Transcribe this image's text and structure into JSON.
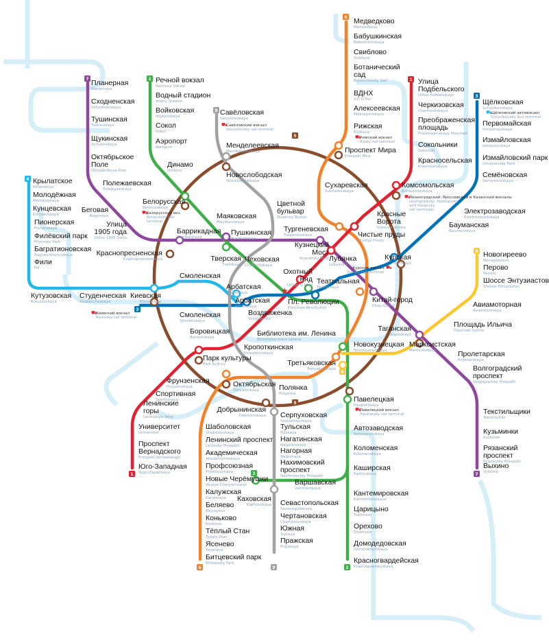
{
  "title": "Moscow Metro map",
  "colors": {
    "1": "#e4202e",
    "2": "#3fae49",
    "3": "#0071bb",
    "4": "#22b7ea",
    "5": "#8b4c2c",
    "6": "#f4812a",
    "7": "#8e479c",
    "8": "#fdc82e",
    "9": "#a2a2a2",
    "river": "#d6eef8"
  },
  "line_badges": [
    "1",
    "2",
    "3",
    "4",
    "5",
    "6",
    "7",
    "8",
    "9"
  ],
  "stations": [
    {
      "line": "7",
      "name": [
        "Планерная"
      ],
      "t": "Planernaya"
    },
    {
      "line": "7",
      "name": [
        "Сходненская"
      ],
      "t": "Skhodnenskaya"
    },
    {
      "line": "7",
      "name": [
        "Тушинская"
      ],
      "t": "Tushinskaya"
    },
    {
      "line": "7",
      "name": [
        "Щукинская"
      ],
      "t": "Schukinskaya"
    },
    {
      "line": "7",
      "name": [
        "Октябрьское",
        "Поле"
      ],
      "t": "Oktyabrskoye Pole"
    },
    {
      "line": "7",
      "name": [
        "Полежаевская"
      ],
      "t": "Polejayevskaya"
    },
    {
      "line": "7",
      "name": [
        "Беговая"
      ],
      "t": "Begovaya"
    },
    {
      "line": "7",
      "name": [
        "Улица",
        "1905 года"
      ],
      "t": "Ulitsa 1905 Goda"
    },
    {
      "line": "7",
      "name": [
        "Баррикадная"
      ],
      "t": "Barrikadnaya"
    },
    {
      "line": "5",
      "name": [
        "Краснопресненская"
      ],
      "t": "Krasnopresnenskaya"
    },
    {
      "line": "2",
      "name": [
        "Речной вокзал"
      ],
      "t": "Rechnoy Vokzal"
    },
    {
      "line": "2",
      "name": [
        "Водный стадион"
      ],
      "t": "Vodny Stadion"
    },
    {
      "line": "2",
      "name": [
        "Войковская"
      ],
      "t": "Voykovskaya"
    },
    {
      "line": "2",
      "name": [
        "Сокол"
      ],
      "t": "Sokol"
    },
    {
      "line": "2",
      "name": [
        "Аэропорт"
      ],
      "t": "Aeroport"
    },
    {
      "line": "2",
      "name": [
        "Динамо"
      ],
      "t": "Dinamo"
    },
    {
      "line": "2",
      "name": [
        "Белорусская"
      ],
      "t": "Belorusskaya"
    },
    {
      "line": "2",
      "name": [
        "Маяковская"
      ],
      "t": "Mayakovskaya"
    },
    {
      "line": "2",
      "name": [
        "Тверская"
      ],
      "t": "Tverskaya"
    },
    {
      "line": "2",
      "name": [
        "Театральная"
      ],
      "t": "Teatralnaya"
    },
    {
      "line": "2",
      "name": [
        "Новокузнецкая"
      ],
      "t": "Novokuznetskaya"
    },
    {
      "line": "2",
      "name": [
        "Павелецкая"
      ],
      "t": "Paveletskaya"
    },
    {
      "line": "2",
      "name": [
        "Автозаводская"
      ],
      "t": "Avtozavodskaya"
    },
    {
      "line": "2",
      "name": [
        "Коломенская"
      ],
      "t": "Kolomenskaya"
    },
    {
      "line": "2",
      "name": [
        "Каширская"
      ],
      "t": "Kashirskaya"
    },
    {
      "line": "2",
      "name": [
        "Варшавская"
      ],
      "t": "Varshavskaya"
    },
    {
      "line": "2",
      "name": [
        "Каховская"
      ],
      "t": "Kakhovskaya"
    },
    {
      "line": "2",
      "name": [
        "Кантемировская"
      ],
      "t": "Kantemirovskaya"
    },
    {
      "line": "2",
      "name": [
        "Царицыно"
      ],
      "t": "Tsaritsino"
    },
    {
      "line": "2",
      "name": [
        "Орехово"
      ],
      "t": "Orekhovo"
    },
    {
      "line": "2",
      "name": [
        "Домодедовская"
      ],
      "t": "Domodedovskaya"
    },
    {
      "line": "2",
      "name": [
        "Красногвардейская"
      ],
      "t": "Krasnogvardeyskaya"
    },
    {
      "line": "6",
      "name": [
        "Медведково"
      ],
      "t": "Medvedkovo"
    },
    {
      "line": "6",
      "name": [
        "Бабушкинская"
      ],
      "t": "Babushkinskaya"
    },
    {
      "line": "6",
      "name": [
        "Свиблово"
      ],
      "t": "Sviblovo"
    },
    {
      "line": "6",
      "name": [
        "Ботанический",
        "сад"
      ],
      "t": "Botanichesky Sad"
    },
    {
      "line": "6",
      "name": [
        "ВДНХ"
      ],
      "t": "V.D.N.Ha."
    },
    {
      "line": "6",
      "name": [
        "Алексеевская"
      ],
      "t": "Alekseyevskaya"
    },
    {
      "line": "6",
      "name": [
        "Рижская"
      ],
      "t": "Rijskaya"
    },
    {
      "line": "6",
      "name": [
        "Проспект Мира"
      ],
      "t": "Prospekt Mira"
    },
    {
      "line": "6",
      "name": [
        "Сухаревская"
      ],
      "t": "Sukharevskaya"
    },
    {
      "line": "6",
      "name": [
        "Тургеневская"
      ],
      "t": "Turgenevskaya"
    },
    {
      "line": "6",
      "name": [
        "Китай-город"
      ],
      "t": "Kitay-Gorod"
    },
    {
      "line": "6",
      "name": [
        "Третьяковская"
      ],
      "t": "Tretyakovskaya"
    },
    {
      "line": "6",
      "name": [
        "Октябрьская"
      ],
      "t": "Oktyabrskaya"
    },
    {
      "line": "6",
      "name": [
        "Шаболовская"
      ],
      "t": "Shabolovskaya"
    },
    {
      "line": "6",
      "name": [
        "Ленинский проспект"
      ],
      "t": "Leninsky Prospekt"
    },
    {
      "line": "6",
      "name": [
        "Академическая"
      ],
      "t": "Akademicheskaya"
    },
    {
      "line": "6",
      "name": [
        "Профсоюзная"
      ],
      "t": "Profsoyuznaya"
    },
    {
      "line": "6",
      "name": [
        "Новые Черёмушки"
      ],
      "t": "Noviye Cheryomushki"
    },
    {
      "line": "6",
      "name": [
        "Калужская"
      ],
      "t": "Kalujskaya"
    },
    {
      "line": "6",
      "name": [
        "Беляево"
      ],
      "t": "Belyayevo"
    },
    {
      "line": "6",
      "name": [
        "Коньково"
      ],
      "t": "Konkovo"
    },
    {
      "line": "6",
      "name": [
        "Тёплый Стан"
      ],
      "t": "Tyoply Stan"
    },
    {
      "line": "6",
      "name": [
        "Ясенево"
      ],
      "t": "Yasenevo"
    },
    {
      "line": "6",
      "name": [
        "Битцевский парк"
      ],
      "t": "Bittsevsky Park"
    },
    {
      "line": "1",
      "name": [
        "Улица",
        "Подбельского"
      ],
      "t": "Ulitsa Podbelskogo"
    },
    {
      "line": "1",
      "name": [
        "Черкизовская"
      ],
      "t": "Cherkizovskaya"
    },
    {
      "line": "1",
      "name": [
        "Преображенская",
        "площадь"
      ],
      "t": "Preobrajenskaya Ploschad"
    },
    {
      "line": "1",
      "name": [
        "Сокольники"
      ],
      "t": "Sokolniki"
    },
    {
      "line": "1",
      "name": [
        "Красносельская"
      ],
      "t": "Krasnoselskaya"
    },
    {
      "line": "1",
      "name": [
        "Комсомольская"
      ],
      "t": "Komsomolskaya"
    },
    {
      "line": "1",
      "name": [
        "Красные",
        "Ворота"
      ],
      "t": "Krasnye Vorota"
    },
    {
      "line": "1",
      "name": [
        "Чистые пруды"
      ],
      "t": "Chistye Prudy"
    },
    {
      "line": "1",
      "name": [
        "Лубянка"
      ],
      "t": "Lubyanka"
    },
    {
      "line": "1",
      "name": [
        "Охотный",
        "Ряд"
      ],
      "t": "Okhotny Riad"
    },
    {
      "line": "1",
      "name": [
        "Библиотека им. Ленина"
      ],
      "t": "Biblioteka imeni Lenina"
    },
    {
      "line": "1",
      "name": [
        "Кропоткинская"
      ],
      "t": "Kropotkinskaya"
    },
    {
      "line": "1",
      "name": [
        "Парк культуры"
      ],
      "t": "Park Kultury"
    },
    {
      "line": "1",
      "name": [
        "Фрунзенская"
      ],
      "t": "Frunzenskaya"
    },
    {
      "line": "1",
      "name": [
        "Спортивная"
      ],
      "t": "Sportivnaya"
    },
    {
      "line": "1",
      "name": [
        "Ленинские",
        "горы"
      ],
      "t": "Leninskiye Gory"
    },
    {
      "line": "1",
      "name": [
        "Университет"
      ],
      "t": "Universitet"
    },
    {
      "line": "1",
      "name": [
        "Проспект",
        "Вернадского"
      ],
      "t": "Prospekt Vernadskogo"
    },
    {
      "line": "1",
      "name": [
        "Юго-Западная"
      ],
      "t": "Yugo-Zapadnaya"
    },
    {
      "line": "3",
      "name": [
        "Щёлковская"
      ],
      "t": "Schyolkovskaya"
    },
    {
      "line": "3",
      "name": [
        "Первомайская"
      ],
      "t": "Pervomayskaya"
    },
    {
      "line": "3",
      "name": [
        "Измайловская"
      ],
      "t": "Izmaylovskaya"
    },
    {
      "line": "3",
      "name": [
        "Измайловский парк"
      ],
      "t": "Izmaylovsky Park"
    },
    {
      "line": "3",
      "name": [
        "Семёновская"
      ],
      "t": "Semyonovskaya"
    },
    {
      "line": "3",
      "name": [
        "Электрозаводская"
      ],
      "t": "Elektrozavodskaya"
    },
    {
      "line": "3",
      "name": [
        "Бауманская"
      ],
      "t": "Baumanskaya"
    },
    {
      "line": "3",
      "name": [
        "Курская"
      ],
      "t": "Kurskaya"
    },
    {
      "line": "3",
      "name": [
        "Пл. Революции"
      ],
      "t": "Ploschad Revolyutsii"
    },
    {
      "line": "3",
      "name": [
        "Арбатская"
      ],
      "t": "Arbatskaya"
    },
    {
      "line": "3",
      "name": [
        "Смоленская"
      ],
      "t": "Smolenskaya"
    },
    {
      "line": "3",
      "name": [
        "Киевская"
      ],
      "t": "Kiyevskaya"
    },
    {
      "line": "4",
      "name": [
        "Крылатское"
      ],
      "t": "Krilatskoye"
    },
    {
      "line": "4",
      "name": [
        "Молодёжная"
      ],
      "t": "Molodyojnaya"
    },
    {
      "line": "4",
      "name": [
        "Кунцевская"
      ],
      "t": "Kuntsevskaya"
    },
    {
      "line": "4",
      "name": [
        "Пионерская"
      ],
      "t": "Pionerskaya"
    },
    {
      "line": "4",
      "name": [
        "Филёвский парк"
      ],
      "t": "Filyovsky Park"
    },
    {
      "line": "4",
      "name": [
        "Багратионовская"
      ],
      "t": "Bagratchionovskaya"
    },
    {
      "line": "4",
      "name": [
        "Фили"
      ],
      "t": "Fili"
    },
    {
      "line": "4",
      "name": [
        "Кутузовская"
      ],
      "t": "Kutuzovskaya"
    },
    {
      "line": "4",
      "name": [
        "Студенческая"
      ],
      "t": "Studencheskaya"
    },
    {
      "line": "4",
      "name": [
        "Смоленская"
      ],
      "t": "Smolenskaya"
    },
    {
      "line": "4",
      "name": [
        "Арбатская"
      ],
      "t": "Arbatskaya"
    },
    {
      "line": "4",
      "name": [
        "Воздвиженка"
      ],
      "t": "Vozdvijenka"
    },
    {
      "line": "5",
      "name": [
        "Новослободская"
      ],
      "t": "Novoslobodskaya"
    },
    {
      "line": "5",
      "name": [
        "Добрынинская"
      ],
      "t": "Dobrininskaya"
    },
    {
      "line": "5",
      "name": [
        "Таганская"
      ],
      "t": "Taganskaya"
    },
    {
      "line": "5",
      "name": [
        "Марксистская"
      ],
      "t": "Marksistskaya"
    },
    {
      "line": "9",
      "name": [
        "Савёловская"
      ],
      "t": "Savyolovskaya"
    },
    {
      "line": "9",
      "name": [
        "Менделеевская"
      ],
      "t": "Mendeleyevskaya"
    },
    {
      "line": "9",
      "name": [
        "Цветной",
        "бульвар"
      ],
      "t": "Tsvetnoy Bulvar"
    },
    {
      "line": "9",
      "name": [
        "Пушкинская"
      ],
      "t": "Pushkinskaya"
    },
    {
      "line": "9",
      "name": [
        "Чеховская"
      ],
      "t": "Chekhovskaya"
    },
    {
      "line": "9",
      "name": [
        "Боровицкая"
      ],
      "t": "Borovitskaya"
    },
    {
      "line": "9",
      "name": [
        "Полянка"
      ],
      "t": "Polyanka"
    },
    {
      "line": "9",
      "name": [
        "Серпуховская"
      ],
      "t": "Serpukhovskaya"
    },
    {
      "line": "9",
      "name": [
        "Тульская"
      ],
      "t": "Tulskaya"
    },
    {
      "line": "9",
      "name": [
        "Нагатинская"
      ],
      "t": "Nagatinskaya"
    },
    {
      "line": "9",
      "name": [
        "Нагорная"
      ],
      "t": "Nagornaya"
    },
    {
      "line": "9",
      "name": [
        "Нахимовский",
        "проспект"
      ],
      "t": "Nakhimovsky Prospekt"
    },
    {
      "line": "9",
      "name": [
        "Севастопольская"
      ],
      "t": "Sevastopolskaya"
    },
    {
      "line": "9",
      "name": [
        "Чертановская"
      ],
      "t": "Chertanovskaya"
    },
    {
      "line": "9",
      "name": [
        "Южная"
      ],
      "t": "Yujnaya"
    },
    {
      "line": "9",
      "name": [
        "Пражская"
      ],
      "t": "Prajskaya"
    },
    {
      "line": "7",
      "name": [
        "Кузнецкий",
        "Мост"
      ],
      "t": "Kuznetsky Most"
    },
    {
      "line": "7",
      "name": [
        "Пролетарская"
      ],
      "t": "Proletarskaya"
    },
    {
      "line": "7",
      "name": [
        "Волгоградский",
        "проспект"
      ],
      "t": "Volgogradsky Prospekt"
    },
    {
      "line": "7",
      "name": [
        "Текстильщики"
      ],
      "t": "Tekstilschiki"
    },
    {
      "line": "7",
      "name": [
        "Кузьминки"
      ],
      "t": "Kuzminki"
    },
    {
      "line": "7",
      "name": [
        "Рязанский",
        "проспект"
      ],
      "t": "Ryazansky Prospekt"
    },
    {
      "line": "7",
      "name": [
        "Выхино"
      ],
      "t": "Vykhino"
    },
    {
      "line": "8",
      "name": [
        "Новогиреево"
      ],
      "t": "Novogireyevo"
    },
    {
      "line": "8",
      "name": [
        "Перово"
      ],
      "t": "Perovo"
    },
    {
      "line": "8",
      "name": [
        "Шоссе Энтузиастов"
      ],
      "t": "Shosse Entuziastov"
    },
    {
      "line": "8",
      "name": [
        "Авиамоторная"
      ],
      "t": "Aviamotornaya"
    },
    {
      "line": "8",
      "name": [
        "Площадь Ильича"
      ],
      "t": "Ploschad Ilyicha"
    }
  ],
  "terminals": [
    {
      "ru": "Белорусский вкз.",
      "en": [
        "Belorussky rail",
        "terminal"
      ]
    },
    {
      "ru": "Савёловский вокзал",
      "en": [
        "Savyolovsky rail terminal"
      ]
    },
    {
      "ru": "Рижский вокзал",
      "en": [
        "Rijsky rail terminal"
      ]
    },
    {
      "ru": "Ленинградский, Ярославский и Казанский вокзалы",
      "en": [
        "Leningradsky, Yaroslavsky,",
        "and Kazansky",
        "rail terminals"
      ]
    },
    {
      "ru": "Щёлковский автовокзал",
      "en": [
        "Schyolkovsky bus terminal"
      ]
    },
    {
      "ru": "Курский вокзал",
      "en": [
        "Kursky rail terminal"
      ]
    },
    {
      "ru": "Киевский вокзал",
      "en": [
        "Kiyevsky rail terminal"
      ]
    },
    {
      "ru": "Павелецкий вокзал",
      "en": [
        "Paveletsky rail terminal"
      ]
    }
  ]
}
